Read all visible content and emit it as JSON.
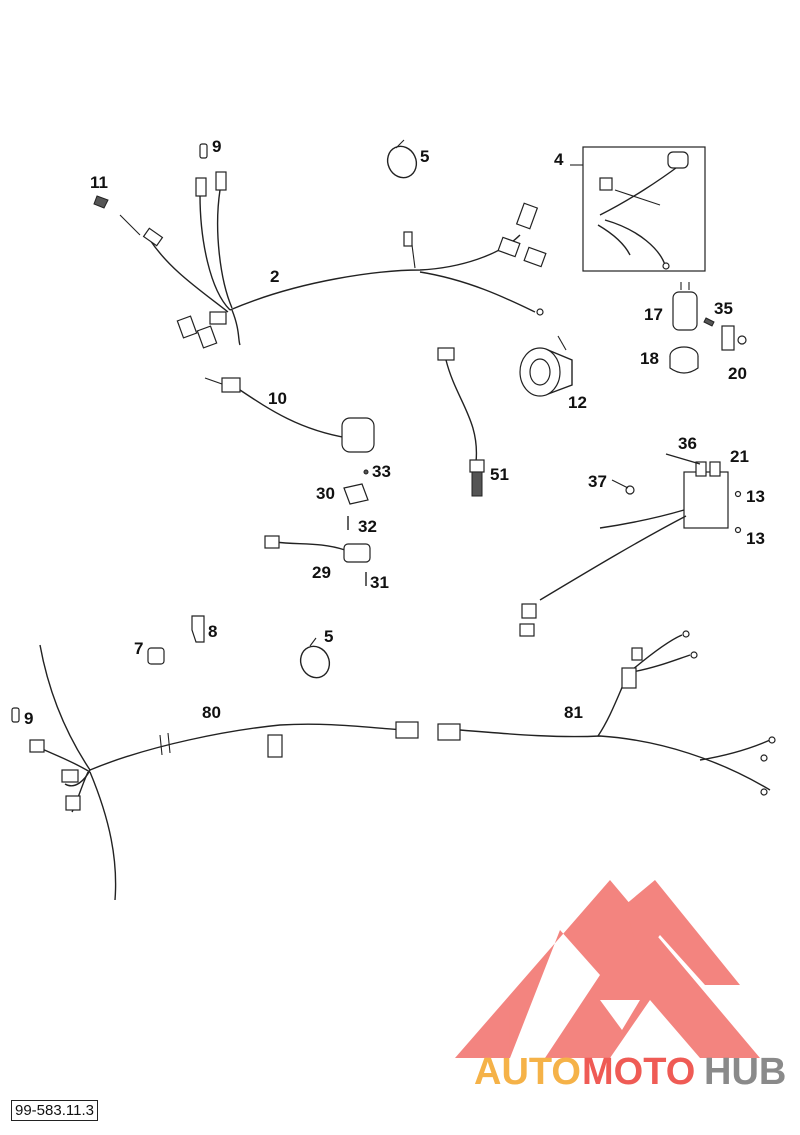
{
  "labels": {
    "l2": "2",
    "l4": "4",
    "l5a": "5",
    "l5b": "5",
    "l7": "7",
    "l8": "8",
    "l9a": "9",
    "l9b": "9",
    "l10": "10",
    "l11": "11",
    "l12": "12",
    "l13a": "13",
    "l13b": "13",
    "l17": "17",
    "l18": "18",
    "l20": "20",
    "l21": "21",
    "l29": "29",
    "l30": "30",
    "l31": "31",
    "l32": "32",
    "l33": "33",
    "l35": "35",
    "l36": "36",
    "l37": "37",
    "l51": "51",
    "l80": "80",
    "l81": "81"
  },
  "document_id": "99-583.11.3",
  "watermark": {
    "part1": "AUTO",
    "part2": "MOTO",
    "part3": "HUB"
  },
  "colors": {
    "line": "#222222",
    "wm_red": "#ef5b55",
    "wm_orange": "#f5b248",
    "wm_gray": "#8a8a8a"
  }
}
